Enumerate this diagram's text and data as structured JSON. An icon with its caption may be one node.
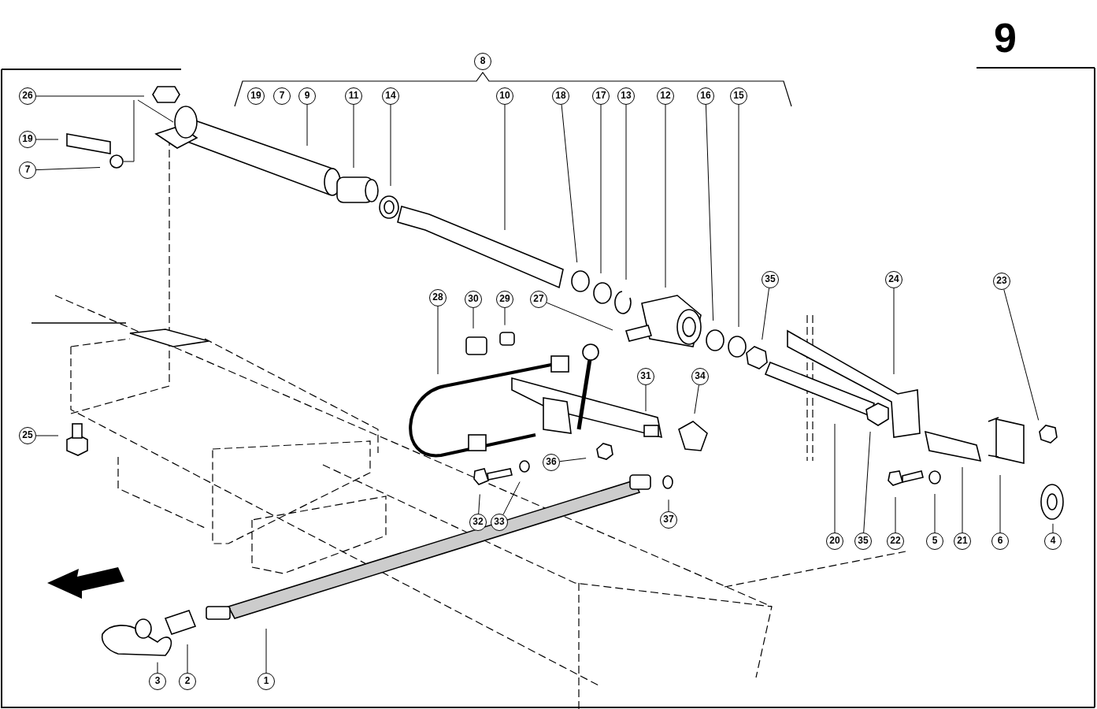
{
  "diagram": {
    "nodes": [
      {
        "text": [
          "8"
        ]
      },
      {
        "text": [
          "19"
        ]
      },
      {
        "text": [
          "7"
        ]
      },
      {
        "text": [
          "9"
        ]
      },
      {
        "text": [
          "11"
        ]
      },
      {
        "text": [
          "14"
        ]
      },
      {
        "text": [
          "10"
        ]
      },
      {
        "text": [
          "18"
        ]
      },
      {
        "text": [
          "17"
        ]
      },
      {
        "text": [
          "13"
        ]
      },
      {
        "text": [
          "12"
        ]
      },
      {
        "text": [
          "16"
        ]
      },
      {
        "text": [
          "15"
        ]
      },
      {
        "text": [
          "26"
        ]
      },
      {
        "text": [
          "19"
        ]
      },
      {
        "text": [
          "7"
        ]
      },
      {
        "text": [
          "35"
        ]
      },
      {
        "text": [
          "24"
        ]
      },
      {
        "text": [
          "23"
        ]
      },
      {
        "text": [
          "28"
        ]
      },
      {
        "text": [
          "30"
        ]
      },
      {
        "text": [
          "29"
        ]
      },
      {
        "text": [
          "27"
        ]
      },
      {
        "text": [
          "31"
        ]
      },
      {
        "text": [
          "34"
        ]
      },
      {
        "text": [
          "25"
        ]
      },
      {
        "text": [
          "36"
        ]
      },
      {
        "text": [
          "32"
        ]
      },
      {
        "text": [
          "33"
        ]
      },
      {
        "text": [
          "37"
        ]
      },
      {
        "text": [
          "20"
        ]
      },
      {
        "text": [
          "35"
        ]
      },
      {
        "text": [
          "22"
        ]
      },
      {
        "text": [
          "5"
        ]
      },
      {
        "text": [
          "21"
        ]
      },
      {
        "text": [
          "6"
        ]
      },
      {
        "text": [
          "4"
        ]
      },
      {
        "text": [
          "3"
        ]
      },
      {
        "text": [
          "2"
        ]
      },
      {
        "text": [
          "1"
        ]
      }
    ],
    "edges": [
      {
        "from": 3,
        "to": null,
        "arrow": "none"
      },
      {
        "from": 4,
        "to": null,
        "arrow": "none"
      },
      {
        "from": 5,
        "to": null,
        "arrow": "none"
      },
      {
        "from": 6,
        "to": null,
        "arrow": "none"
      },
      {
        "from": 7,
        "to": null,
        "arrow": "none"
      },
      {
        "from": 8,
        "to": null,
        "arrow": "none"
      },
      {
        "from": 9,
        "to": null,
        "arrow": "none"
      },
      {
        "from": 10,
        "to": null,
        "arrow": "none"
      },
      {
        "from": 11,
        "to": null,
        "arrow": "none"
      },
      {
        "from": 12,
        "to": null,
        "arrow": "none"
      },
      {
        "from": 13,
        "to": null,
        "arrow": "none"
      },
      {
        "from": 14,
        "to": null,
        "arrow": "none"
      },
      {
        "from": 15,
        "to": null,
        "arrow": "none"
      },
      {
        "from": 16,
        "to": null,
        "arrow": "none"
      },
      {
        "from": 17,
        "to": null,
        "arrow": "none"
      },
      {
        "from": 18,
        "to": null,
        "arrow": "none"
      },
      {
        "from": 19,
        "to": null,
        "arrow": "none"
      },
      {
        "from": 20,
        "to": null,
        "arrow": "none"
      },
      {
        "from": 21,
        "to": null,
        "arrow": "none"
      },
      {
        "from": 22,
        "to": null,
        "arrow": "none"
      },
      {
        "from": 23,
        "to": null,
        "arrow": "none"
      },
      {
        "from": 24,
        "to": null,
        "arrow": "none"
      },
      {
        "from": 25,
        "to": null,
        "arrow": "none"
      },
      {
        "from": 26,
        "to": null,
        "arrow": "none"
      },
      {
        "from": 27,
        "to": null,
        "arrow": "none"
      },
      {
        "from": 28,
        "to": null,
        "arrow": "none"
      },
      {
        "from": 29,
        "to": null,
        "arrow": "none"
      },
      {
        "from": 30,
        "to": null,
        "arrow": "none"
      },
      {
        "from": 31,
        "to": null,
        "arrow": "none"
      },
      {
        "from": 32,
        "to": null,
        "arrow": "none"
      },
      {
        "from": 33,
        "to": null,
        "arrow": "none"
      },
      {
        "from": 34,
        "to": null,
        "arrow": "none"
      },
      {
        "from": 35,
        "to": null,
        "arrow": "none"
      },
      {
        "from": 36,
        "to": null,
        "arrow": "none"
      },
      {
        "from": 37,
        "to": null,
        "arrow": "none"
      },
      {
        "from": 38,
        "to": null,
        "arrow": "none"
      },
      {
        "from": 39,
        "to": null,
        "arrow": "none"
      }
    ],
    "labels": [
      "9"
    ]
  }
}
